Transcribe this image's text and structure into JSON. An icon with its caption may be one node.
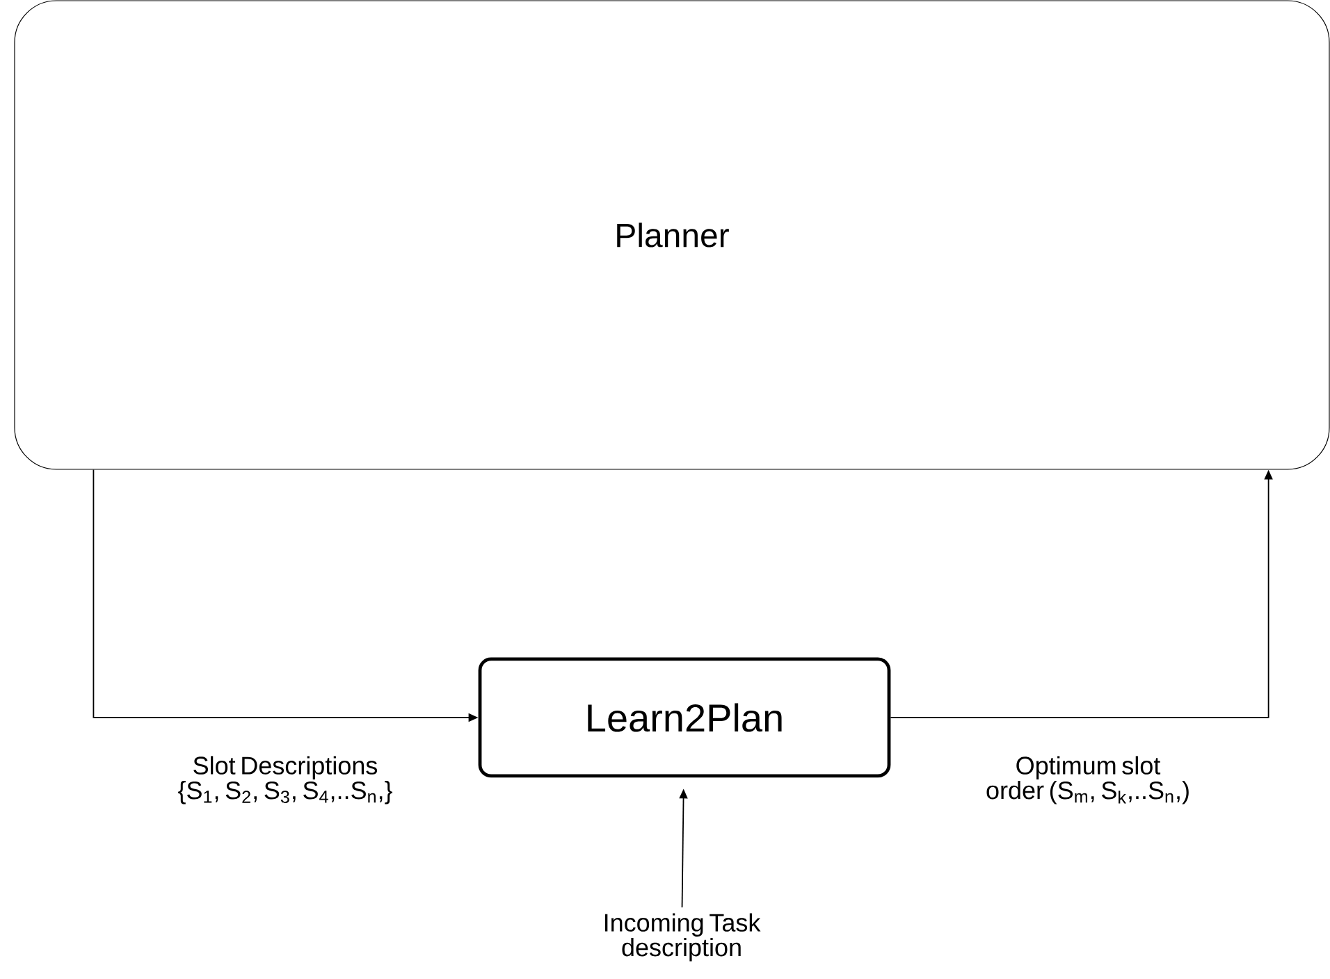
{
  "diagram": {
    "nodes": [
      {
        "text": [
          "Planner"
        ]
      },
      {
        "text": [
          "Learn2Plan"
        ]
      },
      {
        "text": [
          "Incoming Task description"
        ]
      }
    ],
    "edges": [
      {
        "from": 0,
        "to": 1,
        "arrow": "to",
        "label": "Slot Descriptions {S$_{1}$, S$_{2}$, S$_{3}$, S$_{4}$,..S$_{n}$,}"
      },
      {
        "from": 1,
        "to": 0,
        "arrow": "to",
        "label": "Optimum slot order (S$_{m}$, S$_{k}$,..S$_{n}$,)"
      },
      {
        "from": 2,
        "to": 1,
        "arrow": "to"
      }
    ]
  }
}
